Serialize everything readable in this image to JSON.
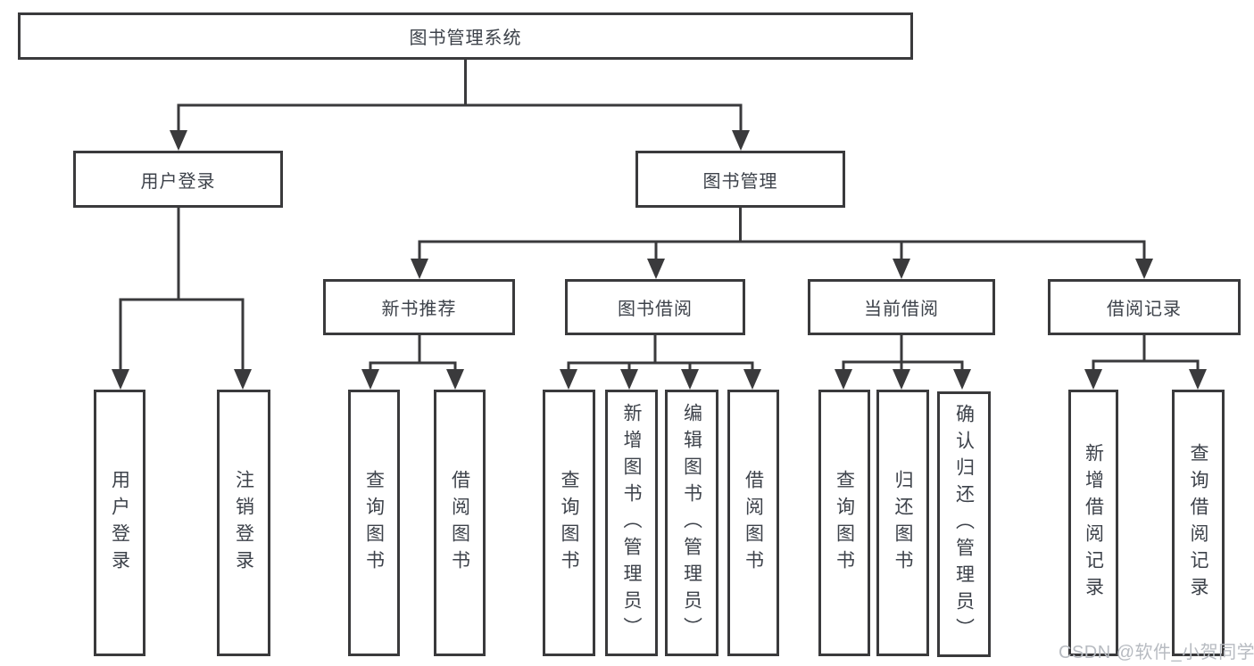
{
  "colors": {
    "line": "#3a3a3c",
    "box_border": "#3a3a3c",
    "text": "#3d424a",
    "background": "#ffffff",
    "watermark": "#b7bbc1"
  },
  "watermark": "CSDN @软件_小贺同学",
  "tree": {
    "root": "图书管理系统",
    "branches": [
      {
        "label": "用户登录",
        "children": [
          "用户登录",
          "注销登录"
        ]
      },
      {
        "label": "图书管理",
        "groups": [
          {
            "label": "新书推荐",
            "children": [
              "查询图书",
              "借阅图书"
            ]
          },
          {
            "label": "图书借阅",
            "children": [
              "查询图书",
              "新增图书（管理员）",
              "编辑图书（管理员）",
              "借阅图书"
            ]
          },
          {
            "label": "当前借阅",
            "children": [
              "查询图书",
              "归还图书",
              "确认归还（管理员）"
            ]
          },
          {
            "label": "借阅记录",
            "children": [
              "新增借阅记录",
              "查询借阅记录"
            ]
          }
        ]
      }
    ]
  }
}
